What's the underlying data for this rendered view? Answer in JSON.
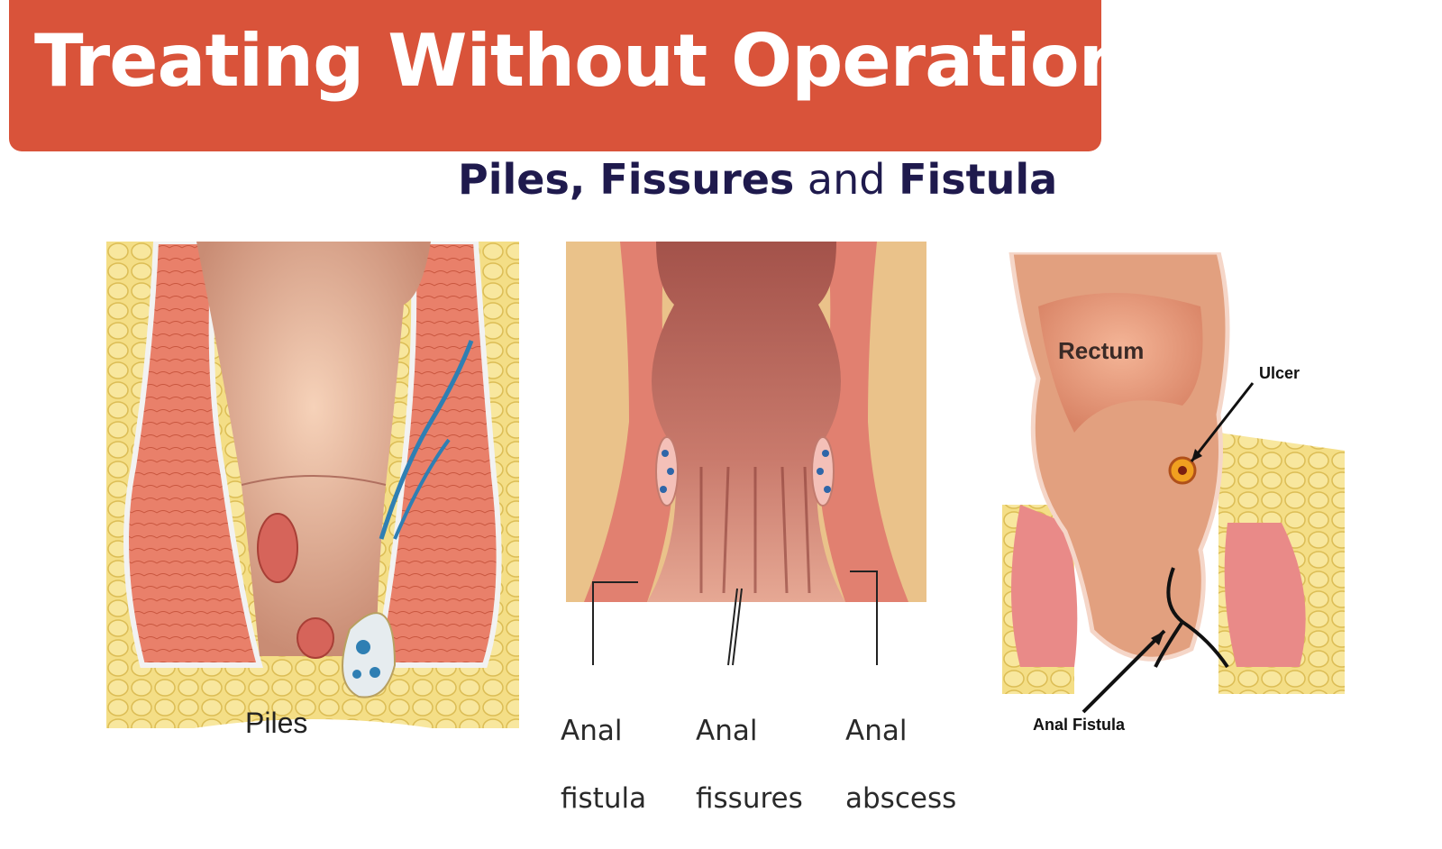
{
  "header": {
    "title": "Treating Without Operation",
    "subtitle_part1": "Piles, Fissures",
    "subtitle_part2": "and",
    "subtitle_part3": "Fistula"
  },
  "panel_piles": {
    "label": "Piles"
  },
  "panel_conditions": {
    "labels": [
      {
        "line1": "Anal",
        "line2": "fistula"
      },
      {
        "line1": "Anal",
        "line2": "fissures"
      },
      {
        "line1": "Anal",
        "line2": "abscess"
      }
    ]
  },
  "panel_rectum": {
    "rectum_label": "Rectum",
    "ulcer_label": "Ulcer",
    "fistula_label": "Anal Fistula"
  },
  "colors": {
    "banner": "#d9533a",
    "subtitle": "#1f1a4d",
    "fat": "#f0d77a",
    "muscle": "#e6806e",
    "mucosa": "#eab39a",
    "vein": "#2f7fb3"
  }
}
